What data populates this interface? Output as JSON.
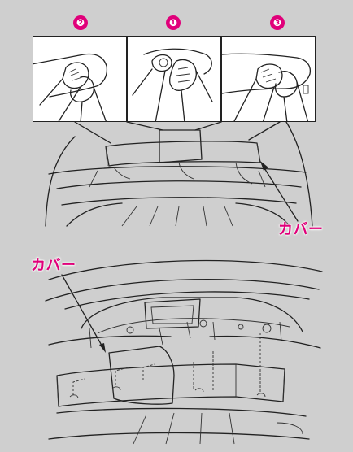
{
  "colors": {
    "background": "#cfcfcf",
    "badge": "#e0007a",
    "callout": "#e0007a"
  },
  "steps": [
    {
      "badge": "❷",
      "icon": "hand-push-cover-icon"
    },
    {
      "badge": "❶",
      "icon": "hand-press-clip-icon"
    },
    {
      "badge": "❸",
      "icon": "hand-push-cover-icon"
    }
  ],
  "labels": {
    "top_callout": "カバー",
    "bottom_callout": "カバー"
  }
}
